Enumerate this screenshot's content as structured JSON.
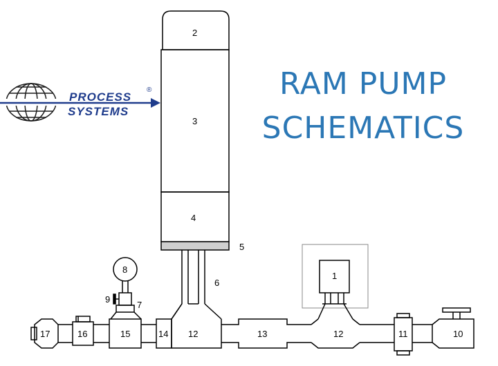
{
  "title": {
    "line1": "RAM PUMP",
    "line2": "SCHEMATICS"
  },
  "logo": {
    "line1": "PROCESS",
    "line2": "SYSTEMS",
    "registered": "®"
  },
  "parts": {
    "p1": "1",
    "p2": "2",
    "p3": "3",
    "p4": "4",
    "p5": "5",
    "p6": "6",
    "p7": "7",
    "p8": "8",
    "p9": "9",
    "p10": "10",
    "p11": "11",
    "p12a": "12",
    "p12b": "12",
    "p13": "13",
    "p14": "14",
    "p15": "15",
    "p16": "16",
    "p17": "17"
  },
  "colors": {
    "title": "#2b77b5",
    "logo": "#1f3c8c",
    "line": "#000000"
  }
}
